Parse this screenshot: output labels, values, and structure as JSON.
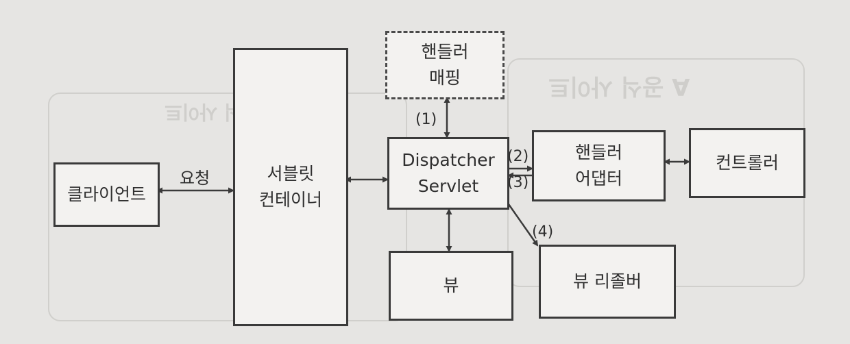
{
  "nodes": {
    "client": "클라이언트",
    "servlet_container": "서블릿\n컨테이너",
    "handler_mapping": "핸들러\n매핑",
    "dispatcher_servlet": "Dispatcher\nServlet",
    "handler_adapter": "핸들러\n어댑터",
    "controller": "컨트롤러",
    "view": "뷰",
    "view_resolver": "뷰 리졸버"
  },
  "edge_labels": {
    "request": "요청",
    "step1": "(1)",
    "step2": "(2)",
    "step3": "(3)",
    "step4": "(4)"
  },
  "colors": {
    "line": "#3a3a3a",
    "box_fill": "#f3f2f0",
    "background": "#e6e5e3"
  }
}
